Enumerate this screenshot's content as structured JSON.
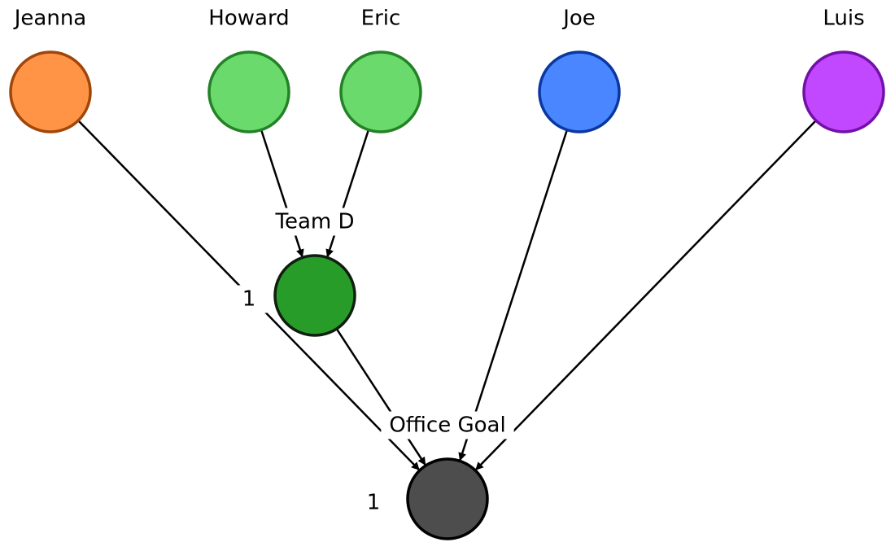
{
  "people": [
    {
      "id": "jeanna",
      "name": "Jeanna",
      "fill": "#FF9447",
      "stroke": "#A0460A"
    },
    {
      "id": "howard",
      "name": "Howard",
      "fill": "#6BDA6C",
      "stroke": "#238126"
    },
    {
      "id": "eric",
      "name": "Eric",
      "fill": "#6BDA6C",
      "stroke": "#238126"
    },
    {
      "id": "joe",
      "name": "Joe",
      "fill": "#4A86FF",
      "stroke": "#0A37A0"
    },
    {
      "id": "luis",
      "name": "Luis",
      "fill": "#C248FF",
      "stroke": "#7210A8"
    }
  ],
  "team": {
    "label": "Team D",
    "fill": "#279C29",
    "stroke": "#0F1F0F",
    "edge_label": "1"
  },
  "goal": {
    "label": "Office Goal",
    "fill": "#4D4D4D",
    "stroke": "#000000",
    "side_label": "1"
  },
  "edges": [
    {
      "from": "howard",
      "to": "team"
    },
    {
      "from": "eric",
      "to": "team"
    },
    {
      "from": "jeanna",
      "to": "goal"
    },
    {
      "from": "team",
      "to": "goal"
    },
    {
      "from": "joe",
      "to": "goal"
    },
    {
      "from": "luis",
      "to": "goal"
    }
  ]
}
